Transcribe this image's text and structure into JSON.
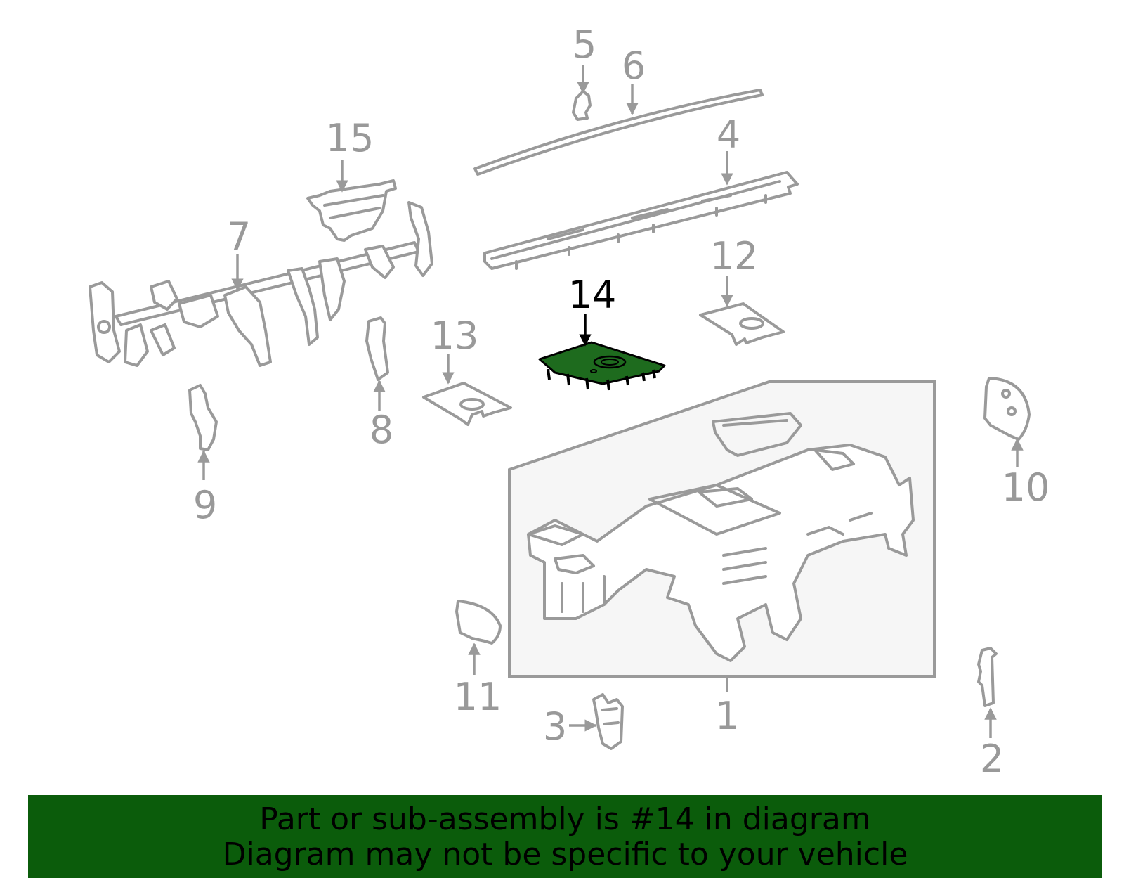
{
  "diagram": {
    "callouts": [
      "1",
      "2",
      "3",
      "4",
      "5",
      "6",
      "7",
      "8",
      "9",
      "10",
      "11",
      "12",
      "13",
      "14",
      "15"
    ],
    "highlighted_part": "14",
    "colors": {
      "highlight_fill": "#1e6b1e",
      "part_stroke": "#9a9a9a",
      "banner": "#0b5c0b",
      "text_gray": "#999999"
    }
  },
  "banner": {
    "line1": "Part or sub-assembly is #14 in diagram",
    "line2": "Diagram may not be specific to your vehicle"
  }
}
